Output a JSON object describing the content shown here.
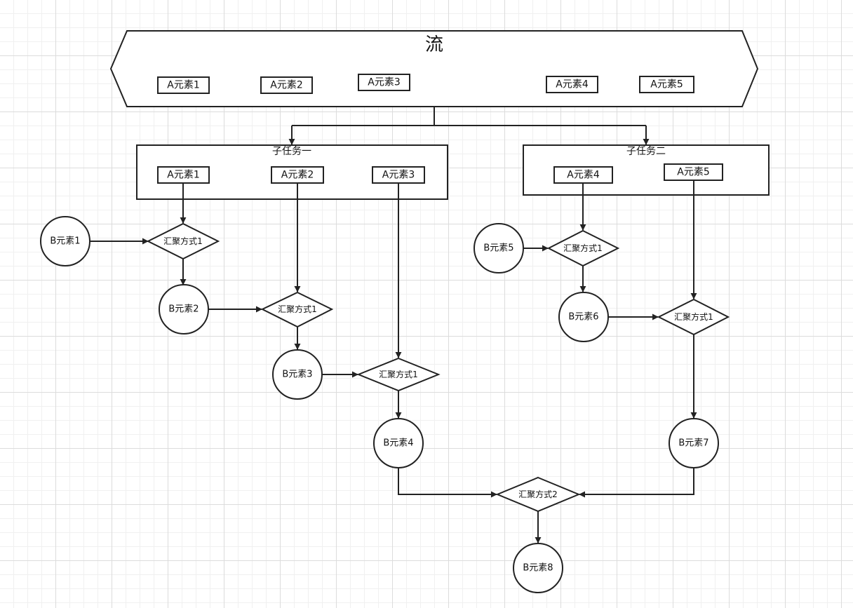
{
  "stream": {
    "title": "流",
    "elements": [
      "A元素1",
      "A元素2",
      "A元素3",
      "A元素4",
      "A元素5"
    ]
  },
  "subtask1": {
    "title": "子任务一",
    "elements": [
      "A元素1",
      "A元素2",
      "A元素3"
    ]
  },
  "subtask2": {
    "title": "子任务二",
    "elements": [
      "A元素4",
      "A元素5"
    ]
  },
  "b_nodes": [
    "B元素1",
    "B元素2",
    "B元素3",
    "B元素4",
    "B元素5",
    "B元素6",
    "B元素7",
    "B元素8"
  ],
  "aggregations": {
    "method1": "汇聚方式1",
    "method2": "汇聚方式2"
  }
}
